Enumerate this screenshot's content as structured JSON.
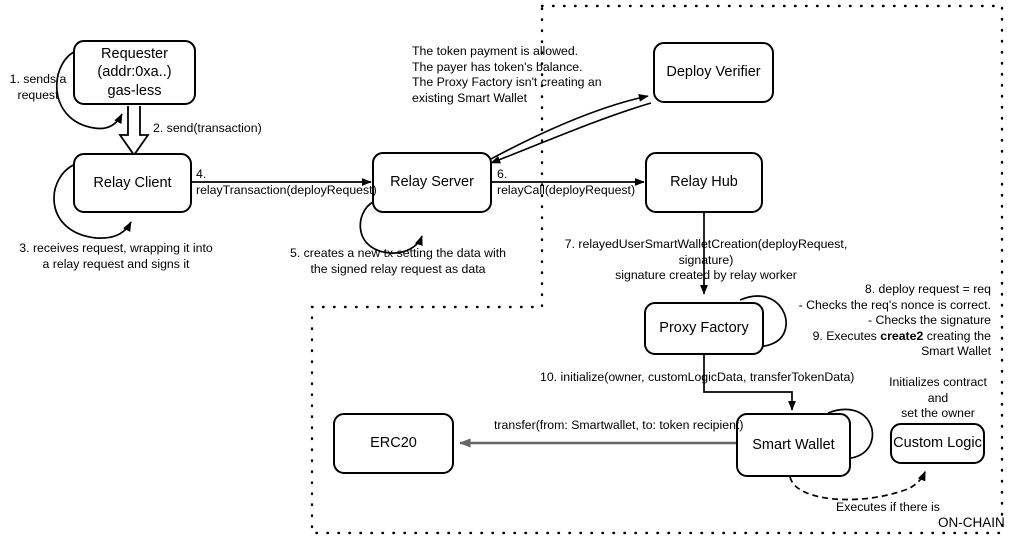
{
  "diagram": {
    "title_label": "ON-CHAIN",
    "nodes": [
      {
        "id": "requester",
        "label": "Requester\n(addr:0xa..)\ngas-less"
      },
      {
        "id": "relay-client",
        "label": "Relay Client"
      },
      {
        "id": "relay-server",
        "label": "Relay Server"
      },
      {
        "id": "deploy-verifier",
        "label": "Deploy Verifier"
      },
      {
        "id": "relay-hub",
        "label": "Relay Hub"
      },
      {
        "id": "proxy-factory",
        "label": "Proxy Factory"
      },
      {
        "id": "smart-wallet",
        "label": "Smart Wallet"
      },
      {
        "id": "erc20",
        "label": "ERC20"
      },
      {
        "id": "custom-logic",
        "label": "Custom Logic"
      }
    ],
    "edge_labels": {
      "step1": "1. sends a\nrequest",
      "step2": "2. send(transaction)",
      "step3": "3. receives request, wrapping it into\na relay request and signs it",
      "step4": "4. relayTransaction(deployRequest)",
      "step5": "5. creates a new tx setting the data with\nthe signed relay request as data",
      "step6": "6. relayCall(deployRequest)",
      "step7": "7. relayedUserSmartWalletCreation(deployRequest, signature)\nsignature created by relay worker",
      "step10": "10. initialize(owner, customLogicData, transferTokenData)",
      "verifier_note": "The token payment is allowed.\nThe payer has token's balance.\nThe Proxy Factory isn't creating an\nexisting Smart Wallet",
      "factory_note_pre": "8. deploy request = req\n- Checks the req's nonce is correct.\n- Checks the signature\n9. Executes ",
      "factory_note_bold": "create2",
      "factory_note_post": " creating the\nSmart Wallet",
      "wallet_note": "Initializes contract and\nset the owner",
      "transfer": "transfer(from: Smartwallet, to: token recipient)",
      "executes": "Executes if there is"
    },
    "colors": {
      "stroke": "#000000",
      "background": "#ffffff",
      "transfer_arrow": "#666666",
      "boundary": "#000000"
    }
  }
}
